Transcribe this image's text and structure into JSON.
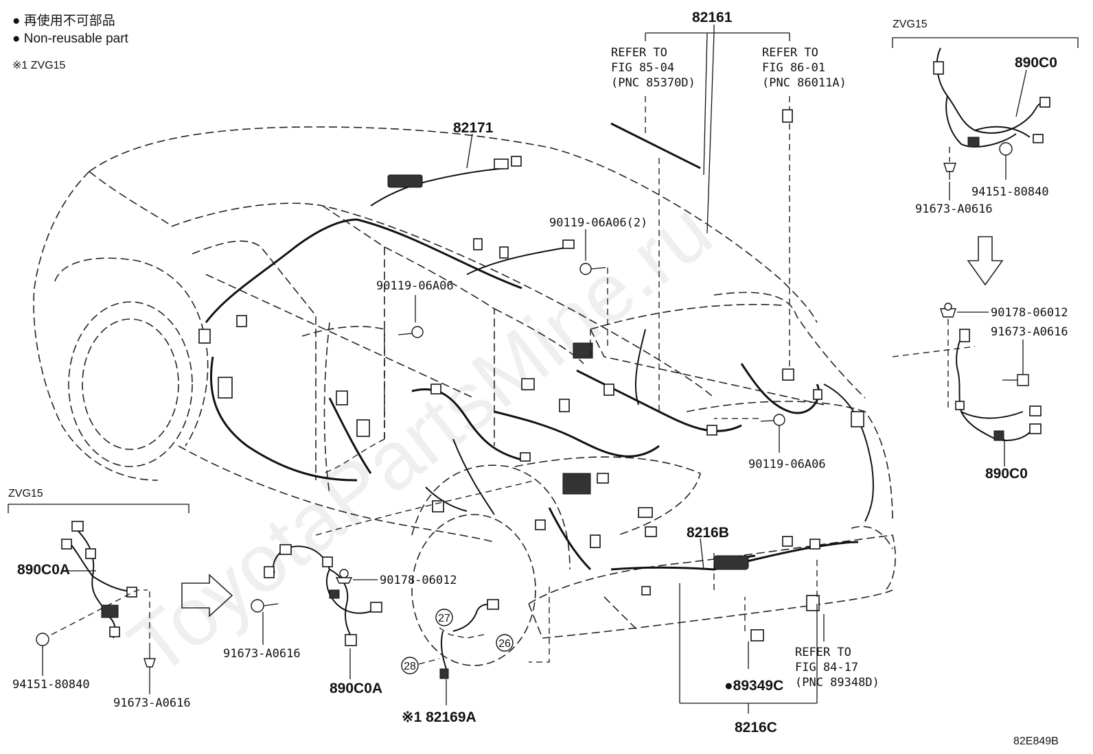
{
  "legend": {
    "dot_jp": "● 再使用不可部品",
    "dot_en": "● Non-reusable part",
    "note1": "※1 ZVG15"
  },
  "labels": {
    "p82161": "82161",
    "p82171": "82171",
    "ref1_line1": "REFER TO",
    "ref1_line2": "FIG 85-04",
    "ref1_line3": "(PNC 85370D)",
    "ref2_line1": "REFER TO",
    "ref2_line2": "FIG 86-01",
    "ref2_line3": "(PNC 86011A)",
    "zvg15_top": "ZVG15",
    "p890C0_top": "890C0",
    "p94151_top": "94151-80840",
    "p91673_top": "91673-A0616",
    "p90178_right": "90178-06012",
    "p91673_right": "91673-A0616",
    "p890C0_right": "890C0",
    "p90119_2": "90119-06A06(2)",
    "p90119_a": "90119-06A06",
    "p90119_b": "90119-06A06",
    "zvg15_left": "ZVG15",
    "p890C0A_left": "890C0A",
    "p94151_left": "94151-80840",
    "p91673_left": "91673-A0616",
    "p90178_mid": "90178-06012",
    "p91673_mid": "91673-A0616",
    "p890C0A_mid": "890C0A",
    "c27": "27",
    "c26": "26",
    "c28": "28",
    "p82169A": "※1 82169A",
    "p8216B": "8216B",
    "ref3_line1": "REFER TO",
    "ref3_line2": "FIG 84-17",
    "ref3_line3": "(PNC 89348D)",
    "p89349C": "●89349C",
    "p8216C": "8216C",
    "code": "82E849B"
  },
  "watermark": "ToyotaPartsMine.ru"
}
